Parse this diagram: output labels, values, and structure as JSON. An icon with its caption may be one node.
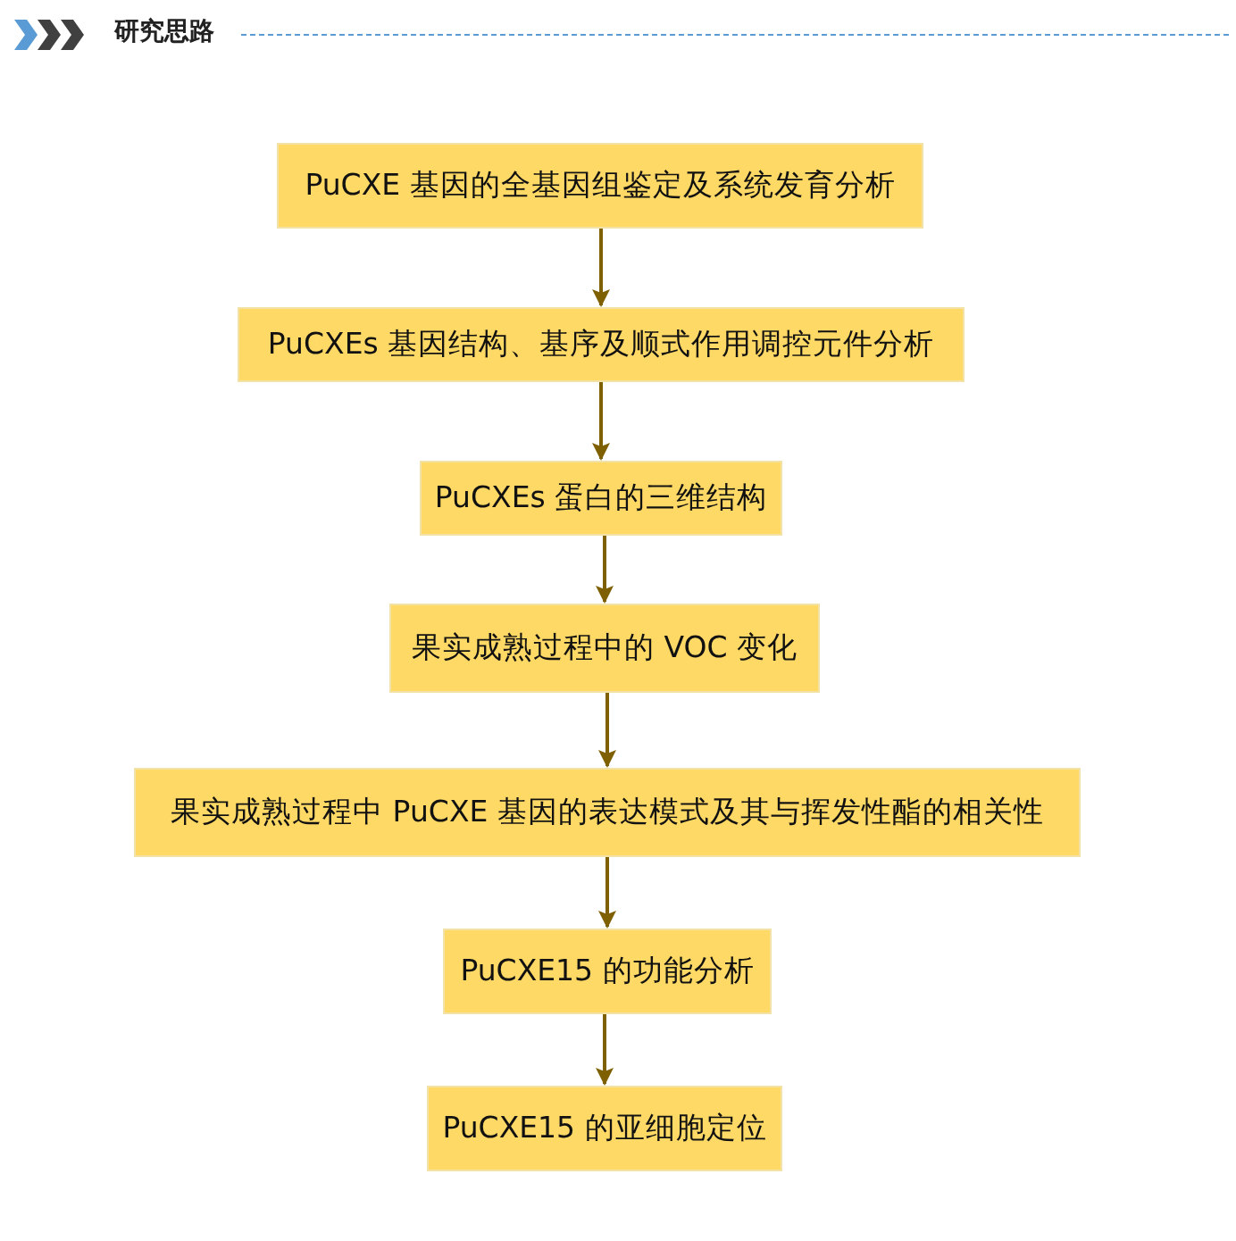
{
  "diagram": {
    "title": "研究思路",
    "nodes": [
      {
        "text": [
          "PuCXE 基因的全基因组鉴定及系统发育分析"
        ]
      },
      {
        "text": [
          "PuCXEs 基因结构、基序及顺式作用调控元件分析"
        ]
      },
      {
        "text": [
          "PuCXEs 蛋白的三维结构"
        ]
      },
      {
        "text": [
          "果实成熟过程中的 VOC 变化"
        ]
      },
      {
        "text": [
          "果实成熟过程中 PuCXE 基因的表达模式及其与挥发性酯的相关性"
        ]
      },
      {
        "text": [
          "PuCXE15 的功能分析"
        ]
      },
      {
        "text": [
          "PuCXE15 的亚细胞定位"
        ]
      }
    ],
    "edges": [
      {
        "from": 0,
        "to": 1,
        "arrow": "to"
      },
      {
        "from": 1,
        "to": 2,
        "arrow": "to"
      },
      {
        "from": 2,
        "to": 3,
        "arrow": "to"
      },
      {
        "from": 3,
        "to": 4,
        "arrow": "to"
      },
      {
        "from": 4,
        "to": 5,
        "arrow": "to"
      },
      {
        "from": 5,
        "to": 6,
        "arrow": "to"
      }
    ]
  }
}
